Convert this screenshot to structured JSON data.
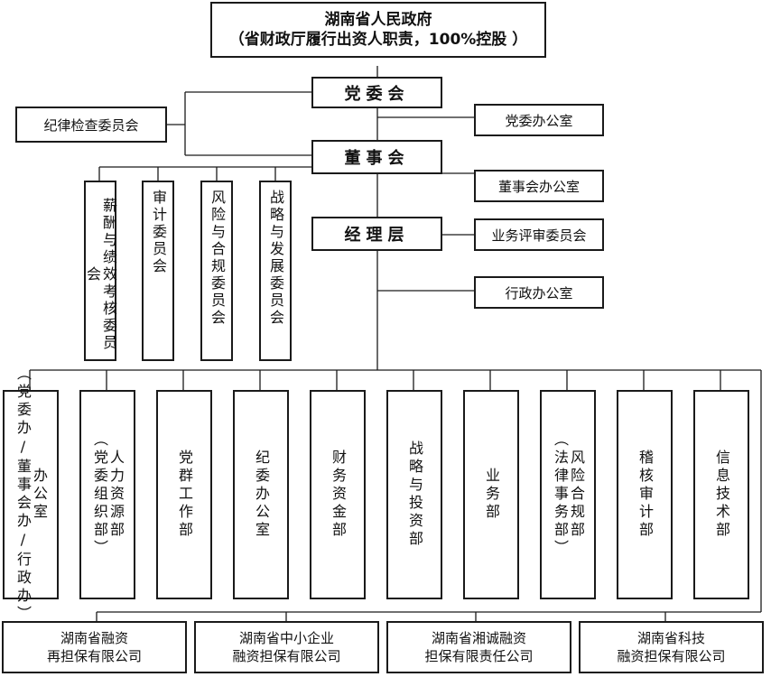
{
  "top": {
    "line1": "湖南省人民政府",
    "line2": "（省财政厅履行出资人职责，100%控股 ）"
  },
  "core": {
    "party_committee": "党委会",
    "board": "董事会",
    "management": "经理层"
  },
  "discipline_committee": "纪律检查委员会",
  "offices": {
    "party_office": "党委办公室",
    "board_office": "董事会办公室",
    "review_committee": "业务评审委员会",
    "admin_office": "行政办公室"
  },
  "board_committees": [
    "薪酬与绩效考核委员会",
    "审计委员会",
    "风险与合规委员会",
    "战略与发展委员会"
  ],
  "departments": [
    {
      "name": "办公室",
      "note": "（党委办/董事会办/行政办）"
    },
    {
      "name": "人力资源部",
      "note": "（党委组织部）"
    },
    {
      "name": "党群工作部",
      "note": ""
    },
    {
      "name": "纪委办公室",
      "note": ""
    },
    {
      "name": "财务资金部",
      "note": ""
    },
    {
      "name": "战略与投资部",
      "note": ""
    },
    {
      "name": "业务部",
      "note": ""
    },
    {
      "name": "风险合规部",
      "note": "（法律事务部）"
    },
    {
      "name": "稽核审计部",
      "note": ""
    },
    {
      "name": "信息技术部",
      "note": ""
    }
  ],
  "subsidiaries": [
    {
      "line1": "湖南省融资",
      "line2": "再担保有限公司"
    },
    {
      "line1": "湖南省中小企业",
      "line2": "融资担保有限公司"
    },
    {
      "line1": "湖南省湘诚融资",
      "line2": "担保有限责任公司"
    },
    {
      "line1": "湖南省科技",
      "line2": "融资担保有限公司"
    }
  ]
}
